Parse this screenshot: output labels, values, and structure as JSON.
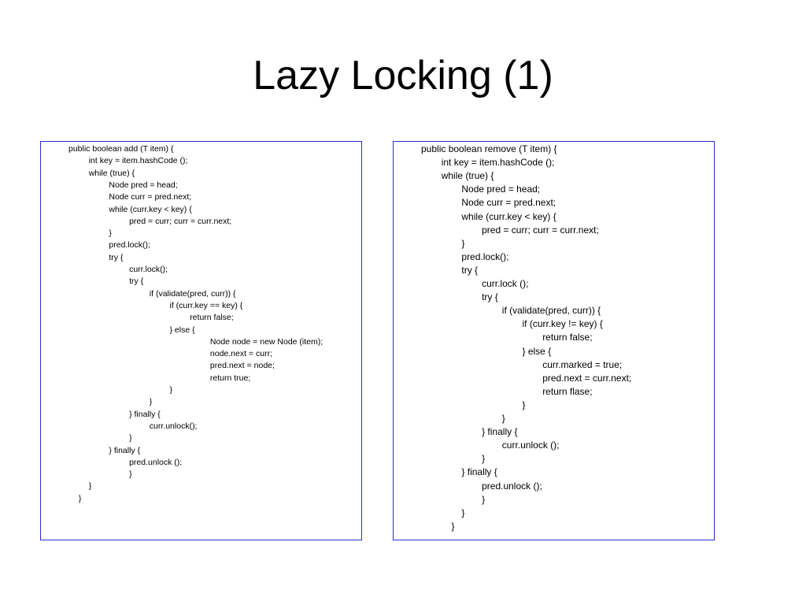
{
  "slide": {
    "title": "Lazy Locking (1)"
  },
  "colors": {
    "box_border": "#2b2bd6",
    "text": "#000000",
    "background": "#ffffff"
  },
  "add_method": {
    "lines": [
      {
        "indent": 0,
        "text": "public boolean add (T item) {"
      },
      {
        "indent": 1,
        "text": "int key = item.hashCode ();"
      },
      {
        "indent": 1,
        "text": "while (true) {"
      },
      {
        "indent": 2,
        "text": "Node pred = head;"
      },
      {
        "indent": 2,
        "text": "Node curr = pred.next;"
      },
      {
        "indent": 2,
        "text": "while (curr.key < key) {"
      },
      {
        "indent": 3,
        "text": "pred = curr; curr = curr.next;"
      },
      {
        "indent": 2,
        "text": "}"
      },
      {
        "indent": 2,
        "text": "pred.lock();"
      },
      {
        "indent": 2,
        "text": "try {"
      },
      {
        "indent": 3,
        "text": "curr.lock();"
      },
      {
        "indent": 3,
        "text": "try {"
      },
      {
        "indent": 4,
        "text": "if (validate(pred, curr)) {"
      },
      {
        "indent": 5,
        "text": "if (curr.key == key) {"
      },
      {
        "indent": 6,
        "text": "return false;"
      },
      {
        "indent": 5,
        "text": "} else {"
      },
      {
        "indent": 7,
        "text": "Node node = new Node (item);"
      },
      {
        "indent": 7,
        "text": "node.next = curr;"
      },
      {
        "indent": 7,
        "text": "pred.next = node;"
      },
      {
        "indent": 7,
        "text": "return true;"
      },
      {
        "indent": 5,
        "text": "}"
      },
      {
        "indent": 4,
        "text": "}"
      },
      {
        "indent": 3,
        "text": "} finally {"
      },
      {
        "indent": 4,
        "text": "curr.unlock();"
      },
      {
        "indent": 3,
        "text": "}"
      },
      {
        "indent": 2,
        "text": "} finally {"
      },
      {
        "indent": 3,
        "text": "pred.unlock ();"
      },
      {
        "indent": 3,
        "text": "}"
      },
      {
        "indent": 1,
        "text": "}"
      },
      {
        "indent": 0.5,
        "text": "}"
      }
    ]
  },
  "remove_method": {
    "lines": [
      {
        "indent": 0,
        "text": "public boolean remove (T item) {"
      },
      {
        "indent": 1,
        "text": "int key = item.hashCode ();"
      },
      {
        "indent": 1,
        "text": "while (true) {"
      },
      {
        "indent": 2,
        "text": "Node pred = head;"
      },
      {
        "indent": 2,
        "text": "Node curr = pred.next;"
      },
      {
        "indent": 2,
        "text": "while (curr.key < key) {"
      },
      {
        "indent": 3,
        "text": "pred = curr; curr = curr.next;"
      },
      {
        "indent": 2,
        "text": "}"
      },
      {
        "indent": 2,
        "text": "pred.lock();"
      },
      {
        "indent": 2,
        "text": "try {"
      },
      {
        "indent": 3,
        "text": "curr.lock ();"
      },
      {
        "indent": 3,
        "text": "try {"
      },
      {
        "indent": 4,
        "text": "if (validate(pred, curr)) {"
      },
      {
        "indent": 5,
        "text": "if (curr.key != key) {"
      },
      {
        "indent": 6,
        "text": "return false;"
      },
      {
        "indent": 5,
        "text": "} else {"
      },
      {
        "indent": 6,
        "text": "curr.marked = true;"
      },
      {
        "indent": 6,
        "text": "pred.next = curr.next;"
      },
      {
        "indent": 6,
        "text": "return flase;"
      },
      {
        "indent": 5,
        "text": "}"
      },
      {
        "indent": 4,
        "text": "}"
      },
      {
        "indent": 3,
        "text": "} finally {"
      },
      {
        "indent": 4,
        "text": "curr.unlock ();"
      },
      {
        "indent": 3,
        "text": "}"
      },
      {
        "indent": 2,
        "text": "} finally {"
      },
      {
        "indent": 3,
        "text": "pred.unlock ();"
      },
      {
        "indent": 3,
        "text": "}"
      },
      {
        "indent": 2,
        "text": "}"
      },
      {
        "indent": 1.5,
        "text": "}"
      }
    ]
  }
}
